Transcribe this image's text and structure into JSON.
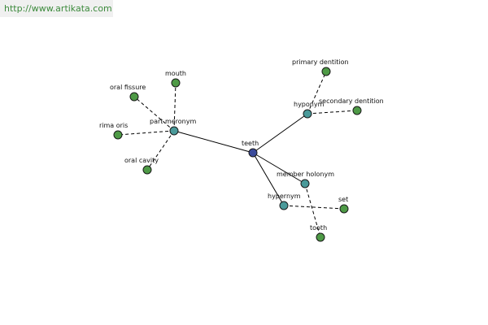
{
  "banner": {
    "url": "http://www.artikata.com"
  },
  "colors": {
    "root": "#3a4a9a",
    "relation": "#4a9a9a",
    "leaf": "#4e9a46"
  },
  "graph": {
    "nodes": [
      {
        "id": "teeth",
        "label": "teeth",
        "kind": "root"
      },
      {
        "id": "part_meronym",
        "label": "part meronym",
        "kind": "relation"
      },
      {
        "id": "hyponym",
        "label": "hyponym",
        "kind": "relation"
      },
      {
        "id": "member_holonym",
        "label": "member holonym",
        "kind": "relation"
      },
      {
        "id": "hypernym",
        "label": "hypernym",
        "kind": "relation"
      },
      {
        "id": "mouth",
        "label": "mouth",
        "kind": "leaf"
      },
      {
        "id": "oral_fissure",
        "label": "oral fissure",
        "kind": "leaf"
      },
      {
        "id": "rima_oris",
        "label": "rima oris",
        "kind": "leaf"
      },
      {
        "id": "oral_cavity",
        "label": "oral cavity",
        "kind": "leaf"
      },
      {
        "id": "primary_dentition",
        "label": "primary dentition",
        "kind": "leaf"
      },
      {
        "id": "secondary_dentition",
        "label": "secondary dentition",
        "kind": "leaf"
      },
      {
        "id": "set",
        "label": "set",
        "kind": "leaf"
      },
      {
        "id": "tooth",
        "label": "tooth",
        "kind": "leaf"
      }
    ],
    "edges": [
      {
        "from": "teeth",
        "to": "part_meronym",
        "style": "solid"
      },
      {
        "from": "teeth",
        "to": "hyponym",
        "style": "solid"
      },
      {
        "from": "teeth",
        "to": "member_holonym",
        "style": "solid"
      },
      {
        "from": "teeth",
        "to": "hypernym",
        "style": "solid"
      },
      {
        "from": "part_meronym",
        "to": "mouth",
        "style": "dashed"
      },
      {
        "from": "part_meronym",
        "to": "oral_fissure",
        "style": "dashed"
      },
      {
        "from": "part_meronym",
        "to": "rima_oris",
        "style": "dashed"
      },
      {
        "from": "part_meronym",
        "to": "oral_cavity",
        "style": "dashed"
      },
      {
        "from": "hyponym",
        "to": "primary_dentition",
        "style": "dashed"
      },
      {
        "from": "hyponym",
        "to": "secondary_dentition",
        "style": "dashed"
      },
      {
        "from": "member_holonym",
        "to": "tooth",
        "style": "dashed"
      },
      {
        "from": "hypernym",
        "to": "set",
        "style": "dashed"
      }
    ]
  }
}
